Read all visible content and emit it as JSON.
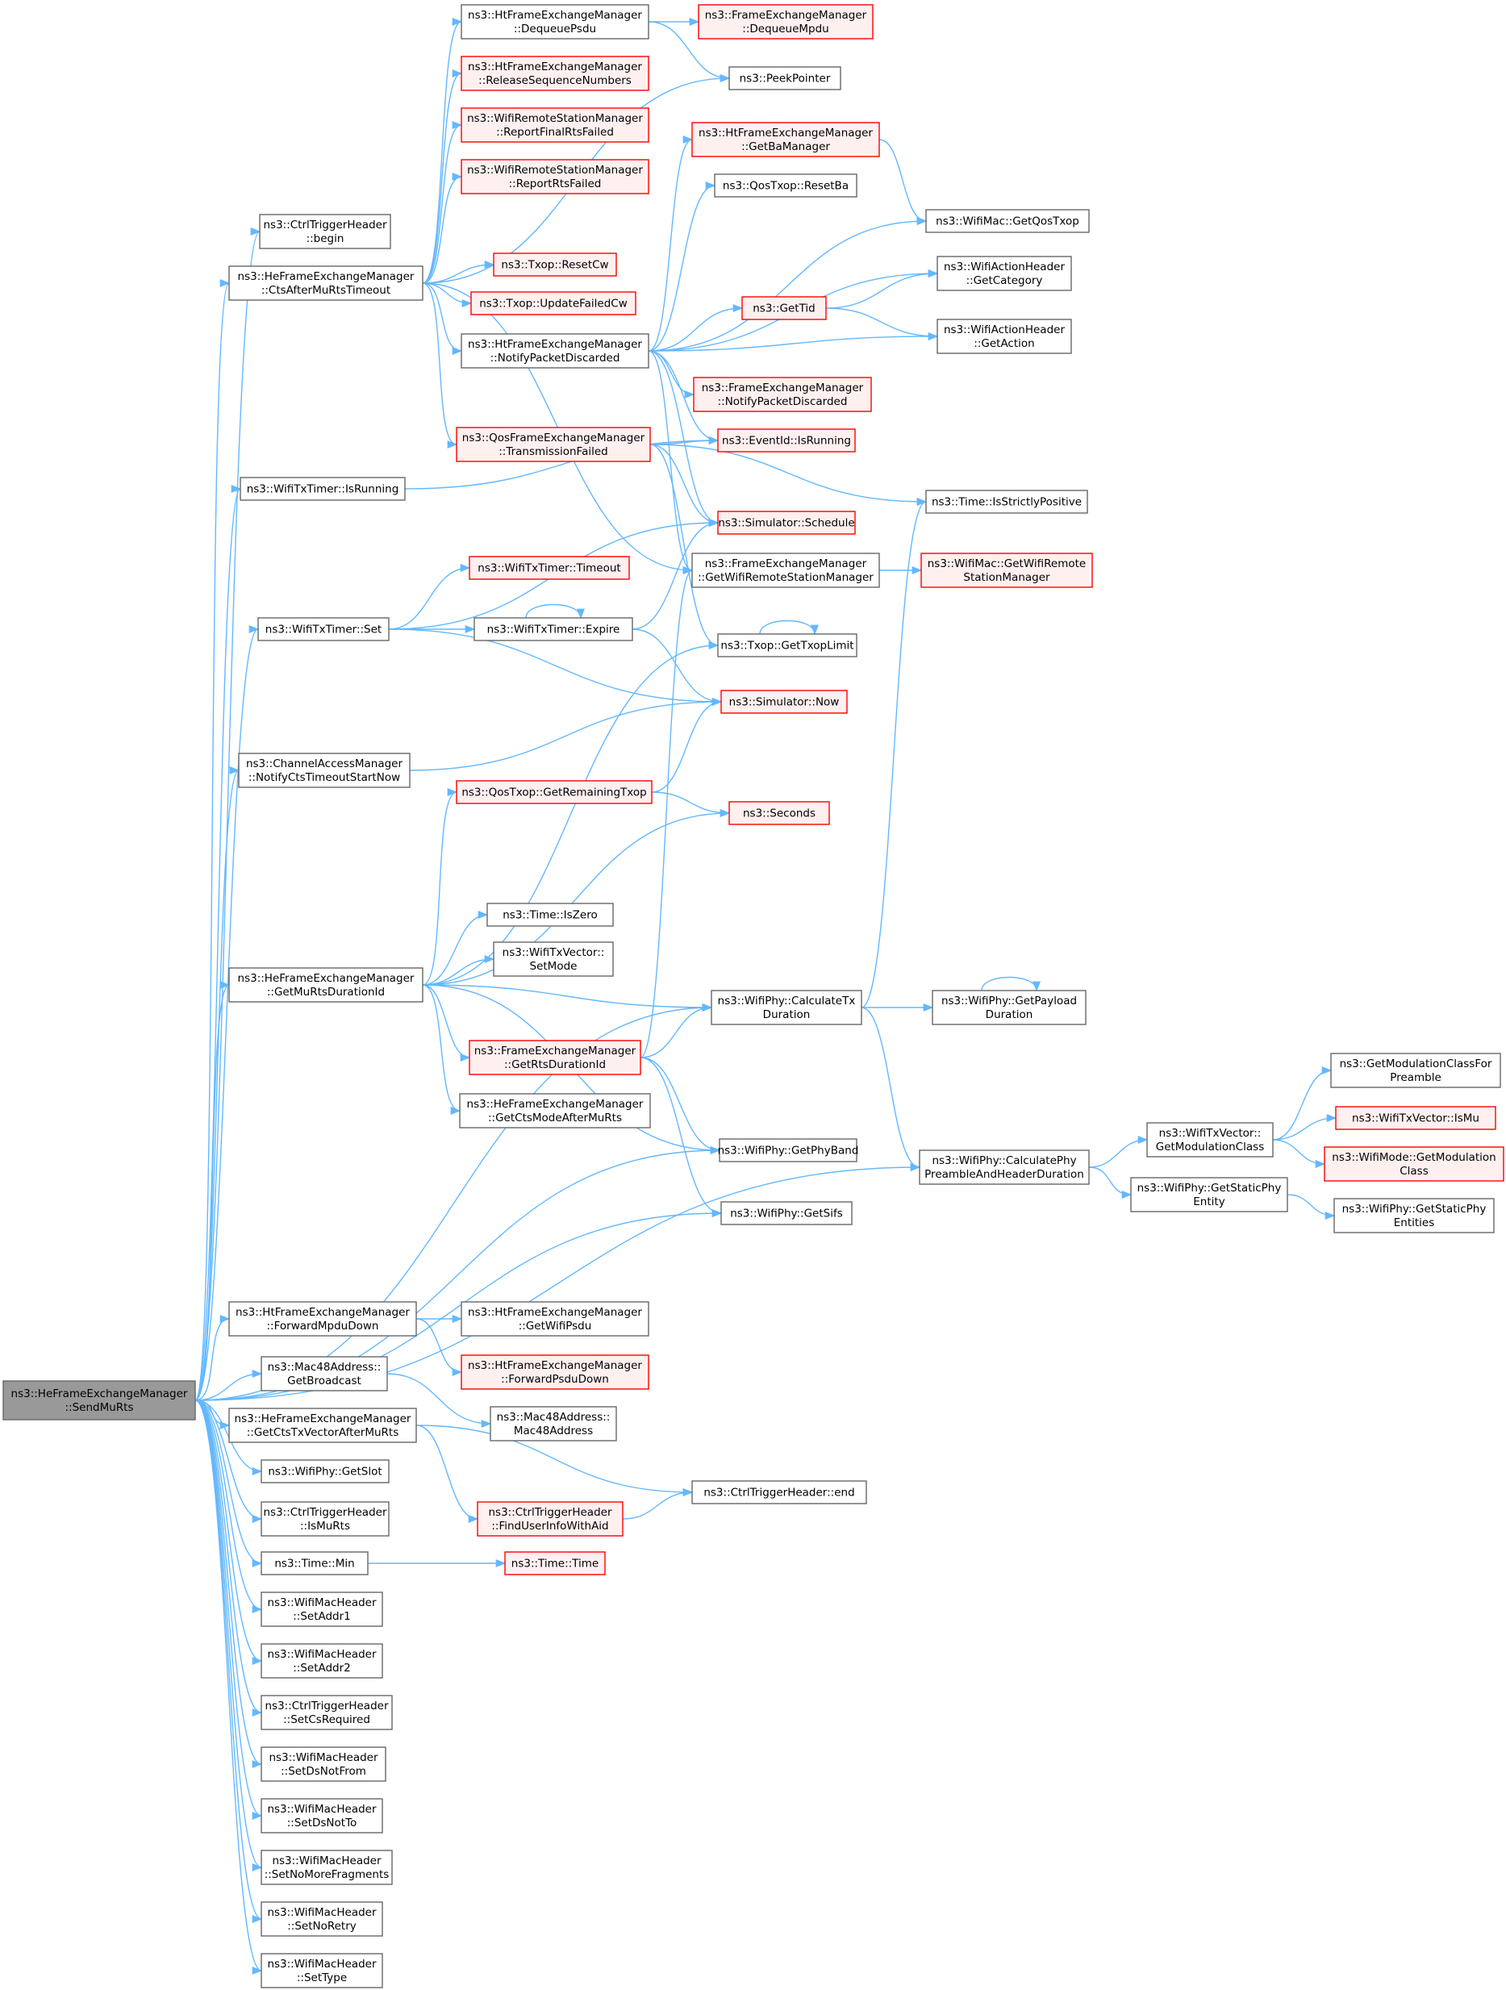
{
  "colors": {
    "edge": "#63b8ff",
    "normal_fill": "#ffffff",
    "normal_stroke": "#666666",
    "missing_fill": "#fff0f0",
    "missing_stroke": "#ff0000",
    "root_fill": "#999999",
    "root_stroke": "#666666"
  },
  "nodes": [
    {
      "id": "root",
      "lines": [
        "ns3::HeFrameExchangeManager",
        "::SendMuRts"
      ],
      "style": "root"
    },
    {
      "id": "n1",
      "lines": [
        "ns3::CtrlTriggerHeader",
        "::begin"
      ],
      "style": "normal"
    },
    {
      "id": "n2",
      "lines": [
        "ns3::HeFrameExchangeManager",
        "::CtsAfterMuRtsTimeout"
      ],
      "style": "normal"
    },
    {
      "id": "n3",
      "lines": [
        "ns3::HtFrameExchangeManager",
        "::DequeuePsdu"
      ],
      "style": "normal"
    },
    {
      "id": "n4",
      "lines": [
        "ns3::FrameExchangeManager",
        "::DequeueMpdu"
      ],
      "style": "missing"
    },
    {
      "id": "n5",
      "lines": [
        "ns3::PeekPointer"
      ],
      "style": "normal"
    },
    {
      "id": "n6",
      "lines": [
        "ns3::HtFrameExchangeManager",
        "::ReleaseSequenceNumbers"
      ],
      "style": "missing"
    },
    {
      "id": "n7",
      "lines": [
        "ns3::WifiRemoteStationManager",
        "::ReportFinalRtsFailed"
      ],
      "style": "missing"
    },
    {
      "id": "n8",
      "lines": [
        "ns3::WifiRemoteStationManager",
        "::ReportRtsFailed"
      ],
      "style": "missing"
    },
    {
      "id": "n9",
      "lines": [
        "ns3::HtFrameExchangeManager",
        "::GetBaManager"
      ],
      "style": "missing"
    },
    {
      "id": "n10",
      "lines": [
        "ns3::QosTxop::ResetBa"
      ],
      "style": "normal"
    },
    {
      "id": "n11",
      "lines": [
        "ns3::WifiMac::GetQosTxop"
      ],
      "style": "normal"
    },
    {
      "id": "n12",
      "lines": [
        "ns3::Txop::ResetCw"
      ],
      "style": "missing"
    },
    {
      "id": "n13",
      "lines": [
        "ns3::WifiActionHeader",
        "::GetCategory"
      ],
      "style": "normal"
    },
    {
      "id": "n14",
      "lines": [
        "ns3::Txop::UpdateFailedCw"
      ],
      "style": "missing"
    },
    {
      "id": "n15",
      "lines": [
        "ns3::HtFrameExchangeManager",
        "::NotifyPacketDiscarded"
      ],
      "style": "normal"
    },
    {
      "id": "n16",
      "lines": [
        "ns3::GetTid"
      ],
      "style": "missing"
    },
    {
      "id": "n17",
      "lines": [
        "ns3::WifiActionHeader",
        "::GetAction"
      ],
      "style": "normal"
    },
    {
      "id": "n18",
      "lines": [
        "ns3::FrameExchangeManager",
        "::NotifyPacketDiscarded"
      ],
      "style": "missing"
    },
    {
      "id": "n19",
      "lines": [
        "ns3::QosFrameExchangeManager",
        "::TransmissionFailed"
      ],
      "style": "missing"
    },
    {
      "id": "n20",
      "lines": [
        "ns3::EventId::IsRunning"
      ],
      "style": "missing"
    },
    {
      "id": "n21",
      "lines": [
        "ns3::WifiTxTimer::IsRunning"
      ],
      "style": "normal"
    },
    {
      "id": "n22",
      "lines": [
        "ns3::Time::IsStrictlyPositive"
      ],
      "style": "normal"
    },
    {
      "id": "n23",
      "lines": [
        "ns3::Simulator::Schedule"
      ],
      "style": "missing"
    },
    {
      "id": "n24",
      "lines": [
        "ns3::WifiTxTimer::Timeout"
      ],
      "style": "missing"
    },
    {
      "id": "n25",
      "lines": [
        "ns3::FrameExchangeManager",
        "::GetWifiRemoteStationManager"
      ],
      "style": "normal"
    },
    {
      "id": "n26",
      "lines": [
        "ns3::WifiMac::GetWifiRemote",
        "StationManager"
      ],
      "style": "missing"
    },
    {
      "id": "n27",
      "lines": [
        "ns3::WifiTxTimer::Set"
      ],
      "style": "normal"
    },
    {
      "id": "n28",
      "lines": [
        "ns3::WifiTxTimer::Expire"
      ],
      "style": "normal"
    },
    {
      "id": "n29",
      "lines": [
        "ns3::Txop::GetTxopLimit"
      ],
      "style": "normal"
    },
    {
      "id": "n30",
      "lines": [
        "ns3::Simulator::Now"
      ],
      "style": "missing"
    },
    {
      "id": "n31",
      "lines": [
        "ns3::ChannelAccessManager",
        "::NotifyCtsTimeoutStartNow"
      ],
      "style": "normal"
    },
    {
      "id": "n32",
      "lines": [
        "ns3::QosTxop::GetRemainingTxop"
      ],
      "style": "missing"
    },
    {
      "id": "n33",
      "lines": [
        "ns3::Seconds"
      ],
      "style": "missing"
    },
    {
      "id": "n34",
      "lines": [
        "ns3::Time::IsZero"
      ],
      "style": "normal"
    },
    {
      "id": "n35",
      "lines": [
        "ns3::WifiTxVector::",
        "SetMode"
      ],
      "style": "normal"
    },
    {
      "id": "n36",
      "lines": [
        "ns3::HeFrameExchangeManager",
        "::GetMuRtsDurationId"
      ],
      "style": "normal"
    },
    {
      "id": "n37",
      "lines": [
        "ns3::WifiPhy::CalculateTx",
        "Duration"
      ],
      "style": "normal"
    },
    {
      "id": "n38",
      "lines": [
        "ns3::WifiPhy::GetPayload",
        "Duration"
      ],
      "style": "normal"
    },
    {
      "id": "n39",
      "lines": [
        "ns3::FrameExchangeManager",
        "::GetRtsDurationId"
      ],
      "style": "missing"
    },
    {
      "id": "n40",
      "lines": [
        "ns3::GetModulationClassFor",
        "Preamble"
      ],
      "style": "normal"
    },
    {
      "id": "n41",
      "lines": [
        "ns3::HeFrameExchangeManager",
        "::GetCtsModeAfterMuRts"
      ],
      "style": "normal"
    },
    {
      "id": "n42",
      "lines": [
        "ns3::WifiTxVector::",
        "GetModulationClass"
      ],
      "style": "normal"
    },
    {
      "id": "n43",
      "lines": [
        "ns3::WifiTxVector::IsMu"
      ],
      "style": "missing"
    },
    {
      "id": "n44",
      "lines": [
        "ns3::WifiPhy::GetPhyBand"
      ],
      "style": "normal"
    },
    {
      "id": "n45",
      "lines": [
        "ns3::WifiPhy::CalculatePhy",
        "PreambleAndHeaderDuration"
      ],
      "style": "normal"
    },
    {
      "id": "n46",
      "lines": [
        "ns3::WifiMode::GetModulation",
        "Class"
      ],
      "style": "missing"
    },
    {
      "id": "n47",
      "lines": [
        "ns3::WifiPhy::GetStaticPhy",
        "Entity"
      ],
      "style": "normal"
    },
    {
      "id": "n48",
      "lines": [
        "ns3::WifiPhy::GetSifs"
      ],
      "style": "normal"
    },
    {
      "id": "n49",
      "lines": [
        "ns3::WifiPhy::GetStaticPhy",
        "Entities"
      ],
      "style": "normal"
    },
    {
      "id": "n50",
      "lines": [
        "ns3::HtFrameExchangeManager",
        "::ForwardMpduDown"
      ],
      "style": "normal"
    },
    {
      "id": "n51",
      "lines": [
        "ns3::HtFrameExchangeManager",
        "::GetWifiPsdu"
      ],
      "style": "normal"
    },
    {
      "id": "n52",
      "lines": [
        "ns3::HtFrameExchangeManager",
        "::ForwardPsduDown"
      ],
      "style": "missing"
    },
    {
      "id": "n53",
      "lines": [
        "ns3::Mac48Address::",
        "GetBroadcast"
      ],
      "style": "normal"
    },
    {
      "id": "n54",
      "lines": [
        "ns3::Mac48Address::",
        "Mac48Address"
      ],
      "style": "normal"
    },
    {
      "id": "n55",
      "lines": [
        "ns3::HeFrameExchangeManager",
        "::GetCtsTxVectorAfterMuRts"
      ],
      "style": "normal"
    },
    {
      "id": "n56",
      "lines": [
        "ns3::WifiPhy::GetSlot"
      ],
      "style": "normal"
    },
    {
      "id": "n57",
      "lines": [
        "ns3::CtrlTriggerHeader::end"
      ],
      "style": "normal"
    },
    {
      "id": "n58",
      "lines": [
        "ns3::CtrlTriggerHeader",
        "::FindUserInfoWithAid"
      ],
      "style": "missing"
    },
    {
      "id": "n59",
      "lines": [
        "ns3::CtrlTriggerHeader",
        "::IsMuRts"
      ],
      "style": "normal"
    },
    {
      "id": "n60",
      "lines": [
        "ns3::Time::Min"
      ],
      "style": "normal"
    },
    {
      "id": "n61",
      "lines": [
        "ns3::Time::Time"
      ],
      "style": "missing"
    },
    {
      "id": "n62",
      "lines": [
        "ns3::WifiMacHeader",
        "::SetAddr1"
      ],
      "style": "normal"
    },
    {
      "id": "n63",
      "lines": [
        "ns3::WifiMacHeader",
        "::SetAddr2"
      ],
      "style": "normal"
    },
    {
      "id": "n64",
      "lines": [
        "ns3::CtrlTriggerHeader",
        "::SetCsRequired"
      ],
      "style": "normal"
    },
    {
      "id": "n65",
      "lines": [
        "ns3::WifiMacHeader",
        "::SetDsNotFrom"
      ],
      "style": "normal"
    },
    {
      "id": "n66",
      "lines": [
        "ns3::WifiMacHeader",
        "::SetDsNotTo"
      ],
      "style": "normal"
    },
    {
      "id": "n67",
      "lines": [
        "ns3::WifiMacHeader",
        "::SetNoMoreFragments"
      ],
      "style": "normal"
    },
    {
      "id": "n68",
      "lines": [
        "ns3::WifiMacHeader",
        "::SetNoRetry"
      ],
      "style": "normal"
    },
    {
      "id": "n69",
      "lines": [
        "ns3::WifiMacHeader",
        "::SetType"
      ],
      "style": "normal"
    }
  ],
  "edges": [
    [
      "root",
      "n1"
    ],
    [
      "root",
      "n2"
    ],
    [
      "root",
      "n21"
    ],
    [
      "root",
      "n27"
    ],
    [
      "root",
      "n31"
    ],
    [
      "root",
      "n36"
    ],
    [
      "root",
      "n37"
    ],
    [
      "root",
      "n44"
    ],
    [
      "root",
      "n48"
    ],
    [
      "root",
      "n45"
    ],
    [
      "root",
      "n50"
    ],
    [
      "root",
      "n53"
    ],
    [
      "root",
      "n55"
    ],
    [
      "root",
      "n56"
    ],
    [
      "root",
      "n59"
    ],
    [
      "root",
      "n60"
    ],
    [
      "root",
      "n62"
    ],
    [
      "root",
      "n63"
    ],
    [
      "root",
      "n64"
    ],
    [
      "root",
      "n65"
    ],
    [
      "root",
      "n66"
    ],
    [
      "root",
      "n67"
    ],
    [
      "root",
      "n68"
    ],
    [
      "root",
      "n69"
    ],
    [
      "n2",
      "n3"
    ],
    [
      "n2",
      "n6"
    ],
    [
      "n2",
      "n7"
    ],
    [
      "n2",
      "n8"
    ],
    [
      "n2",
      "n5"
    ],
    [
      "n2",
      "n12"
    ],
    [
      "n2",
      "n14"
    ],
    [
      "n2",
      "n15"
    ],
    [
      "n2",
      "n19"
    ],
    [
      "n2",
      "n25"
    ],
    [
      "n3",
      "n4"
    ],
    [
      "n3",
      "n5"
    ],
    [
      "n15",
      "n9"
    ],
    [
      "n15",
      "n10"
    ],
    [
      "n15",
      "n11"
    ],
    [
      "n15",
      "n13"
    ],
    [
      "n15",
      "n16"
    ],
    [
      "n15",
      "n17"
    ],
    [
      "n15",
      "n18"
    ],
    [
      "n15",
      "n20"
    ],
    [
      "n15",
      "n23"
    ],
    [
      "n15",
      "n25"
    ],
    [
      "n9",
      "n11"
    ],
    [
      "n16",
      "n13"
    ],
    [
      "n16",
      "n17"
    ],
    [
      "n19",
      "n20"
    ],
    [
      "n19",
      "n22"
    ],
    [
      "n19",
      "n23"
    ],
    [
      "n19",
      "n29"
    ],
    [
      "n21",
      "n20"
    ],
    [
      "n25",
      "n26"
    ],
    [
      "n27",
      "n23"
    ],
    [
      "n27",
      "n24"
    ],
    [
      "n27",
      "n28"
    ],
    [
      "n27",
      "n30"
    ],
    [
      "n28",
      "n28"
    ],
    [
      "n28",
      "n23"
    ],
    [
      "n28",
      "n30"
    ],
    [
      "n29",
      "n29"
    ],
    [
      "n31",
      "n30"
    ],
    [
      "n32",
      "n30"
    ],
    [
      "n32",
      "n33"
    ],
    [
      "n36",
      "n29"
    ],
    [
      "n36",
      "n32"
    ],
    [
      "n36",
      "n33"
    ],
    [
      "n36",
      "n34"
    ],
    [
      "n36",
      "n35"
    ],
    [
      "n36",
      "n37"
    ],
    [
      "n36",
      "n39"
    ],
    [
      "n36",
      "n41"
    ],
    [
      "n36",
      "n44"
    ],
    [
      "n37",
      "n22"
    ],
    [
      "n37",
      "n38"
    ],
    [
      "n37",
      "n45"
    ],
    [
      "n38",
      "n38"
    ],
    [
      "n39",
      "n25"
    ],
    [
      "n39",
      "n37"
    ],
    [
      "n39",
      "n44"
    ],
    [
      "n39",
      "n48"
    ],
    [
      "n45",
      "n42"
    ],
    [
      "n45",
      "n47"
    ],
    [
      "n42",
      "n40"
    ],
    [
      "n42",
      "n43"
    ],
    [
      "n42",
      "n46"
    ],
    [
      "n47",
      "n49"
    ],
    [
      "n50",
      "n51"
    ],
    [
      "n50",
      "n52"
    ],
    [
      "n53",
      "n54"
    ],
    [
      "n55",
      "n57"
    ],
    [
      "n55",
      "n58"
    ],
    [
      "n58",
      "n57"
    ],
    [
      "n60",
      "n61"
    ]
  ]
}
